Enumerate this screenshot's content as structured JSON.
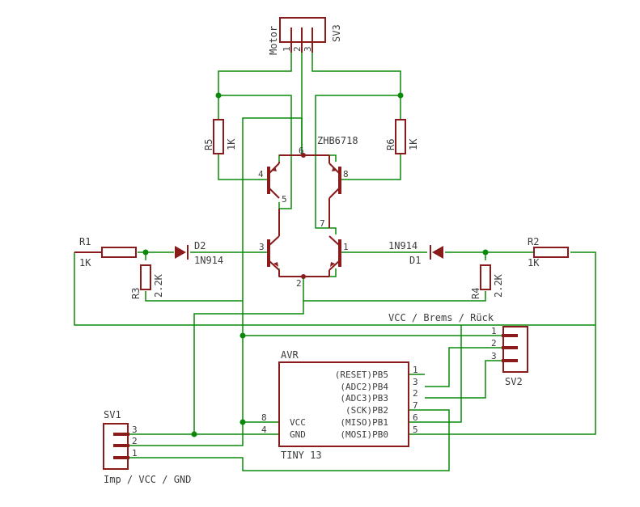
{
  "colors": {
    "wire": "#0a8a0a",
    "part": "#8b1a1a",
    "text": "#3c3c3c",
    "background": "#ffffff"
  },
  "connectors": {
    "sv3": {
      "name": "SV3",
      "value": "Motor",
      "pins": [
        "1",
        "2",
        "3"
      ]
    },
    "sv2": {
      "name": "SV2",
      "value": "VCC / Brems / Rück",
      "pins": [
        "1",
        "2",
        "3"
      ]
    },
    "sv1": {
      "name": "SV1",
      "value": "Imp / VCC / GND",
      "pins": [
        "3",
        "2",
        "1"
      ]
    }
  },
  "resistors": {
    "r1": {
      "name": "R1",
      "value": "1K"
    },
    "r2": {
      "name": "R2",
      "value": "1K"
    },
    "r3": {
      "name": "R3",
      "value": "2.2K"
    },
    "r4": {
      "name": "R4",
      "value": "2.2K"
    },
    "r5": {
      "name": "R5",
      "value": "1K"
    },
    "r6": {
      "name": "R6",
      "value": "1K"
    }
  },
  "diodes": {
    "d1": {
      "name": "D1",
      "value": "1N914"
    },
    "d2": {
      "name": "D2",
      "value": "1N914"
    }
  },
  "bridge": {
    "name": "ZHB6718",
    "pins": {
      "p1": "1",
      "p2": "2",
      "p3": "3",
      "p4": "4",
      "p5": "5",
      "p6": "6",
      "p7": "7",
      "p8": "8"
    }
  },
  "mcu": {
    "name": "AVR",
    "value": "TINY 13",
    "pins": [
      {
        "label": "(RESET)PB5",
        "number": "1"
      },
      {
        "label": "(ADC2)PB4",
        "number": "3"
      },
      {
        "label": "(ADC3)PB3",
        "number": "2"
      },
      {
        "label": "(SCK)PB2",
        "number": "7"
      },
      {
        "label": "(MISO)PB1",
        "number": "6"
      },
      {
        "label": "(MOSI)PB0",
        "number": "5"
      }
    ],
    "power": [
      {
        "label": "VCC",
        "number": "8"
      },
      {
        "label": "GND",
        "number": "4"
      }
    ]
  }
}
